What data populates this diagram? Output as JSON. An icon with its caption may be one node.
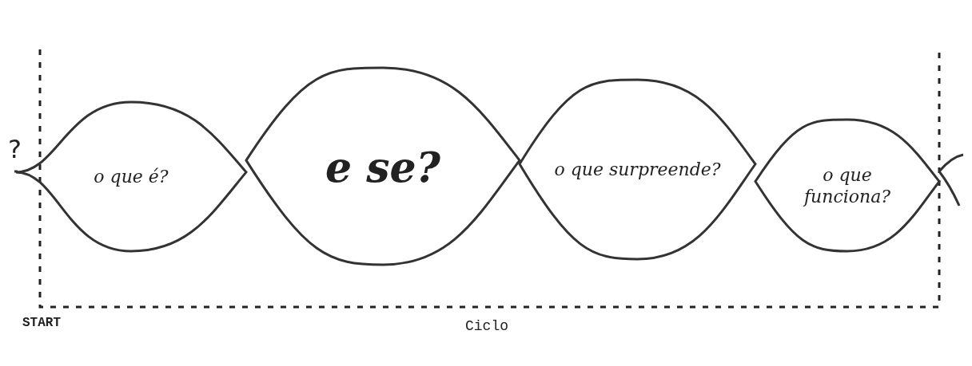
{
  "diagram": {
    "nodes": [
      {
        "text": [
          "o que é?"
        ]
      },
      {
        "text": [
          "e se?"
        ]
      },
      {
        "text": [
          "o que surpreende?"
        ]
      },
      {
        "text": [
          "o que funciona?"
        ]
      }
    ],
    "labels": [
      "?",
      "START",
      "Ciclo"
    ]
  }
}
